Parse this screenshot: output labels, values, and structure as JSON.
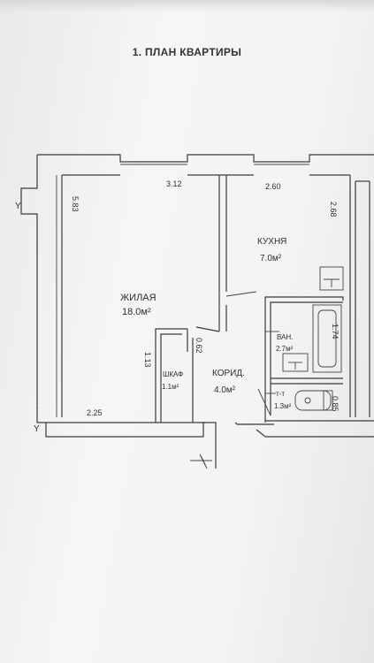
{
  "title": "1. ПЛАН КВАРТИРЫ",
  "rooms": {
    "living": {
      "name": "ЖИЛАЯ",
      "area": "18.0м²"
    },
    "kitchen": {
      "name": "КУХНЯ",
      "area": "7.0м²"
    },
    "storage": {
      "name": "ШКАФ",
      "area": "1.1м²"
    },
    "corridor": {
      "name": "КОРИД.",
      "area": "4.0м²"
    },
    "bath": {
      "name": "ВАН.",
      "area": "2.7м²"
    },
    "toilet": {
      "name": "т-т",
      "area": "1.3м²"
    }
  },
  "dimensions": {
    "living_width_top": "3.12",
    "living_height_left": "5.83",
    "kitchen_width_top": "2.60",
    "kitchen_height_right": "2.68",
    "living_width_bottom": "2.25",
    "storage_height": "1.13",
    "storage_width": "0.62",
    "bath_height": "1.74",
    "toilet_width": "0.85"
  },
  "symbols": {
    "north_mark_top": "Y",
    "north_mark_bottom": "Y"
  }
}
